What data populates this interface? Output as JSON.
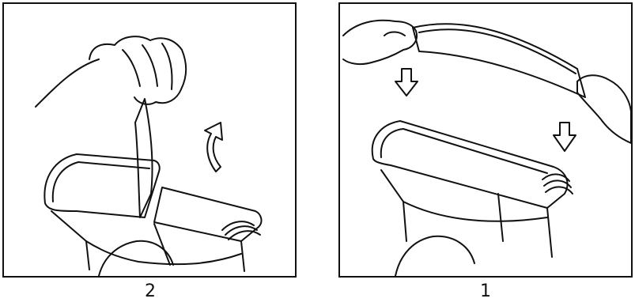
{
  "figure": {
    "panels": [
      {
        "caption": "2",
        "depicts": "peel-protective-film-step"
      },
      {
        "caption": "1",
        "depicts": "apply-film-step"
      }
    ],
    "stroke_color": "#111111",
    "background_color": "#ffffff",
    "arrow_icon": "arrow-outline-icon"
  }
}
